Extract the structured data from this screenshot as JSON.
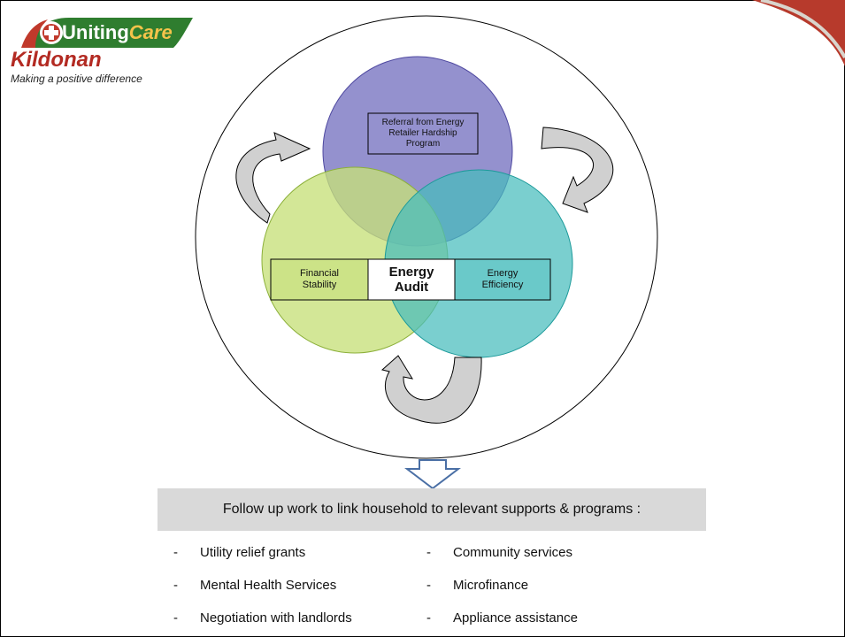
{
  "logo": {
    "brand_main": "Uniting",
    "brand_italic": "Care",
    "org": "Kildonan",
    "tagline": "Making a positive difference"
  },
  "diagram": {
    "top_circle_label": "Referral from Energy Retailer Hardship Program",
    "left_label": "Financial Stability",
    "center_label": "Energy Audit",
    "right_label": "Energy Efficiency"
  },
  "followup": {
    "heading": "Follow up work to link household to relevant supports & programs :",
    "left_items": [
      "Utility relief grants",
      "Mental Health Services",
      "Negotiation with landlords"
    ],
    "right_items": [
      "Community services",
      "Microfinance",
      "Appliance assistance"
    ],
    "bullet": "-"
  },
  "colors": {
    "purple_circle": "#7d79c3",
    "green_circle": "#c6e07a",
    "teal_circle": "#5cc4c4",
    "followup_bg": "#d9d9d9",
    "accent_red": "#b32a22"
  }
}
